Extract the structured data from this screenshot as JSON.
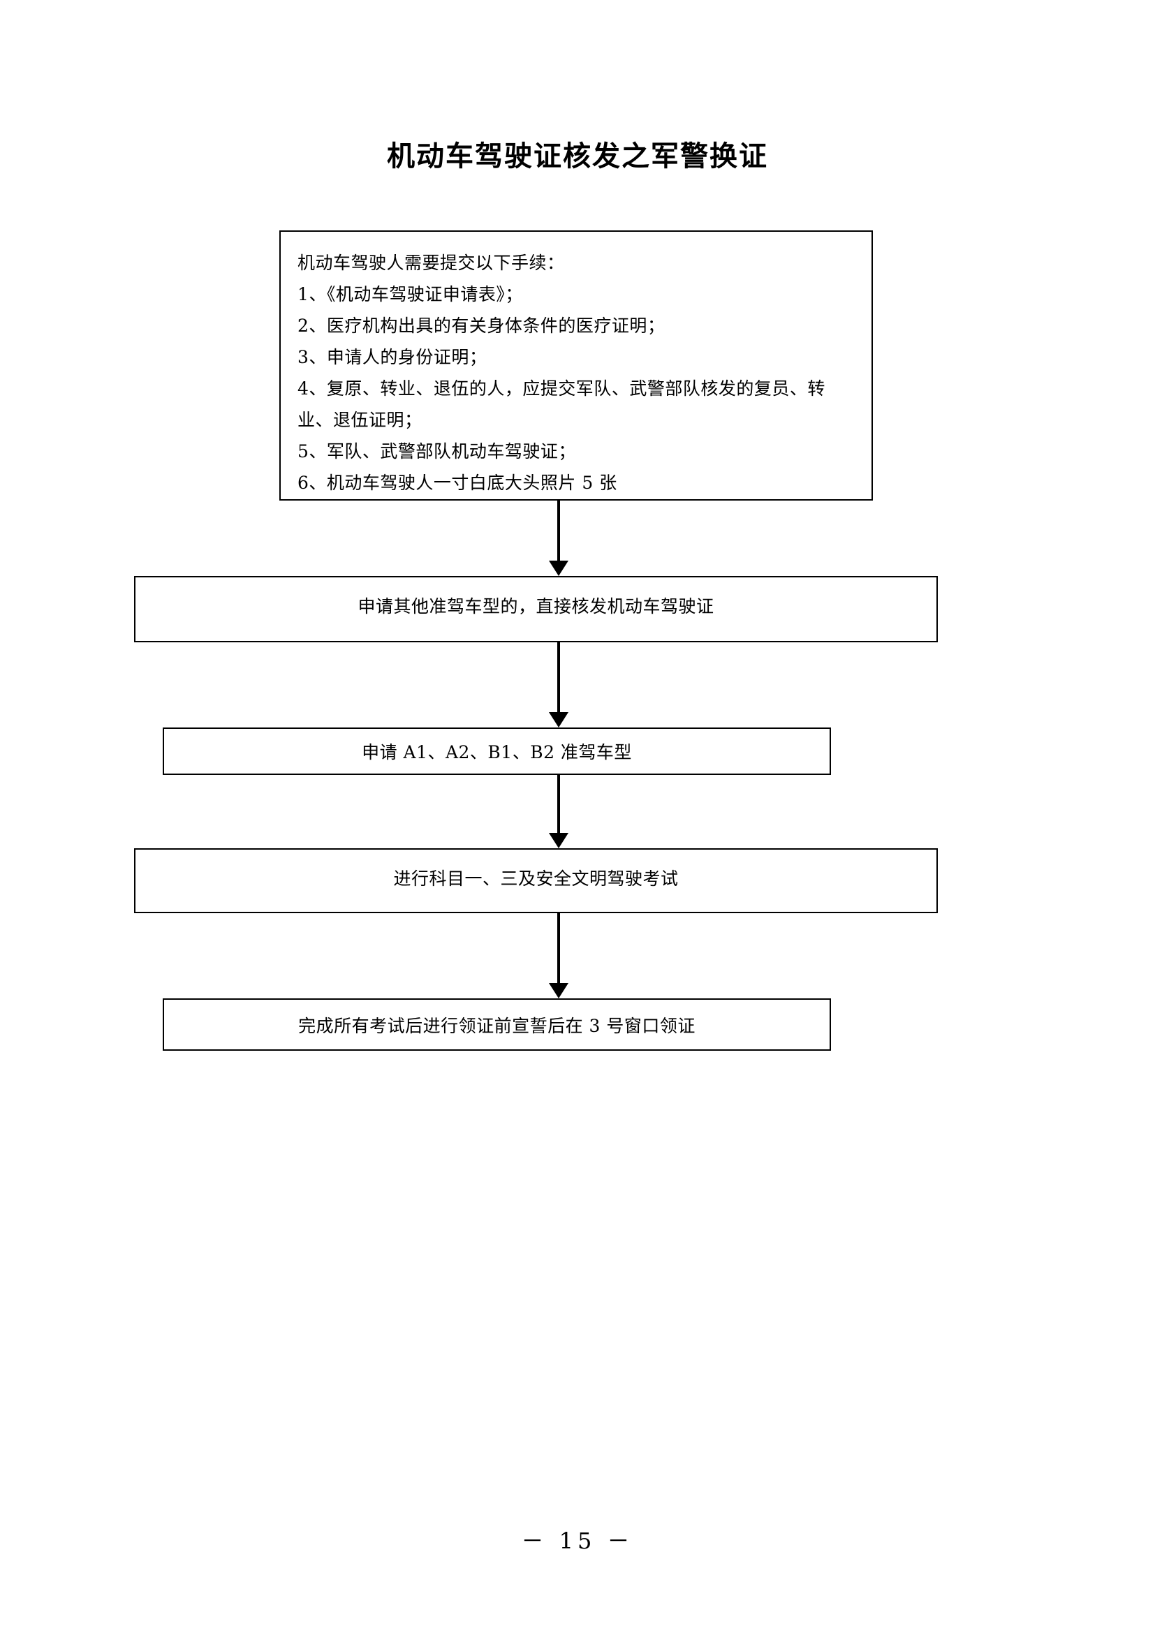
{
  "document": {
    "title": "机动车驾驶证核发之军警换证",
    "page_number": "－ 15 －"
  },
  "flow": {
    "requirements_box": {
      "heading": "机动车驾驶人需要提交以下手续：",
      "items": [
        "1、《机动车驾驶证申请表》；",
        "2、医疗机构出具的有关身体条件的医疗证明；",
        "3、申请人的身份证明；",
        "4、复原、转业、退伍的人，应提交军队、武警部队核发的复员、转业、退伍证明；",
        "5、军队、武警部队机动车驾驶证；",
        "6、机动车驾驶人一寸白底大头照片 5 张"
      ]
    },
    "steps": [
      {
        "text": "申请其他准驾车型的，直接核发机动车驾驶证"
      },
      {
        "text": "申请 A1、A2、B1、B2 准驾车型"
      },
      {
        "text": "进行科目一、三及安全文明驾驶考试"
      },
      {
        "text": "完成所有考试后进行领证前宣誓后在 3 号窗口领证"
      }
    ]
  },
  "style": {
    "ink": "#000000",
    "paper": "#ffffff"
  }
}
